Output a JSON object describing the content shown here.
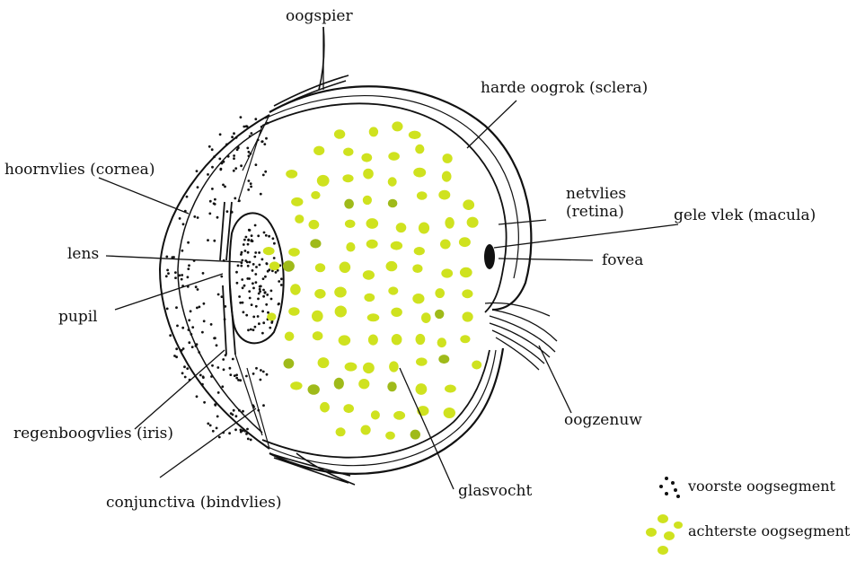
{
  "colors": {
    "ink": "#111111",
    "vitreous_dot": "#cfe21f",
    "vitreous_dot_dark": "#9fba1a",
    "anterior_dot": "#111111",
    "background": "#ffffff"
  },
  "labels": {
    "oogspier": "oogspier",
    "sclera": "harde oogrok (sclera)",
    "cornea": "hoornvlies (cornea)",
    "retina_line1": "netvlies",
    "retina_line2": "(retina)",
    "macula": "gele vlek (macula)",
    "lens": "lens",
    "fovea": "fovea",
    "pupil": "pupil",
    "optic_nerve": "oogzenuw",
    "iris": "regenboogvlies (iris)",
    "vitreous": "glasvocht",
    "conjunctiva": "conjunctiva (bindvlies)"
  },
  "legend": {
    "anterior_segment": "voorste oogsegment",
    "posterior_segment": "achterste oogsegment"
  }
}
